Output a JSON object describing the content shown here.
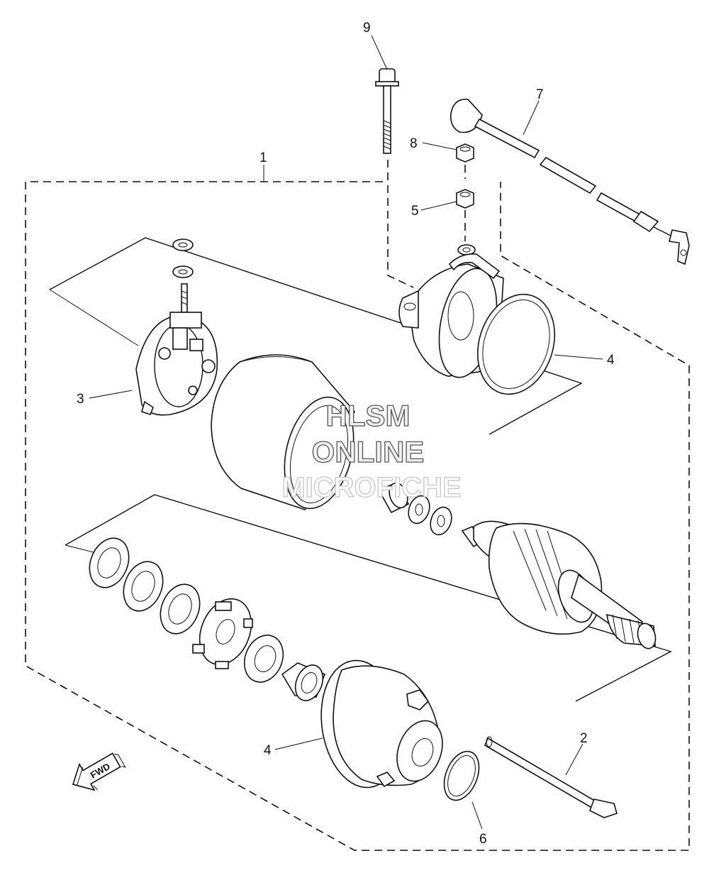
{
  "callouts": {
    "c1": "1",
    "c2": "2",
    "c3": "3",
    "c4a": "4",
    "c4b": "4",
    "c5": "5",
    "c6": "6",
    "c7": "7",
    "c8": "8",
    "c9": "9"
  },
  "watermark": {
    "line1": "HLSM",
    "line2": "ONLINE",
    "line3": "MICROFICHE"
  },
  "direction_arrow": {
    "label": "FWD",
    "icon": "fwd-arrow-icon"
  }
}
